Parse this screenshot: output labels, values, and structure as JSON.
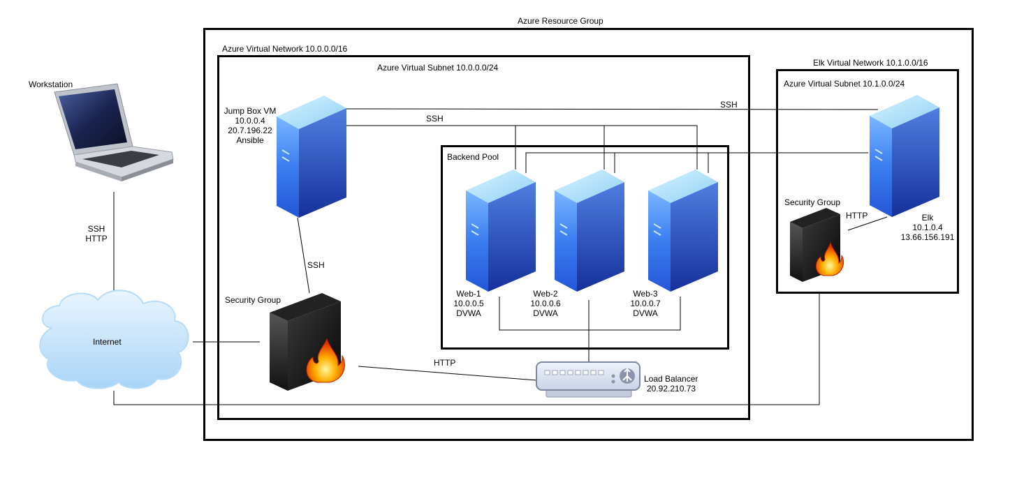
{
  "resource_group": {
    "label": "Azure Resource Group"
  },
  "vnet_main": {
    "label": "Azure Virtual Network 10.0.0.0/16"
  },
  "subnet_main": {
    "label": "Azure Virtual Subnet 10.0.0.0/24"
  },
  "vnet_elk": {
    "label": "Elk Virtual Network 10.1.0.0/16"
  },
  "subnet_elk": {
    "label": "Azure Virtual Subnet 10.1.0.0/24"
  },
  "backend_pool": {
    "label": "Backend Pool"
  },
  "workstation": {
    "label": "Workstation"
  },
  "internet": {
    "label": "Internet"
  },
  "jumpbox": {
    "lines": [
      "Jump Box VM",
      "10.0.0.4",
      "20.7.196.22",
      "Ansible"
    ]
  },
  "web1": {
    "lines": [
      "Web-1",
      "10.0.0.5",
      "DVWA"
    ]
  },
  "web2": {
    "lines": [
      "Web-2",
      "10.0.0.6",
      "DVWA"
    ]
  },
  "web3": {
    "lines": [
      "Web-3",
      "10.0.0.7",
      "DVWA"
    ]
  },
  "elk": {
    "lines": [
      "Elk",
      "10.1.0.4",
      "13.66.156.191"
    ]
  },
  "sg_main": {
    "label": "Security Group"
  },
  "sg_elk": {
    "label": "Security Group"
  },
  "load_balancer": {
    "lines": [
      "Load Balancer",
      "20.92.210.73"
    ]
  },
  "edges": {
    "workstation_internet": [
      "SSH",
      "HTTP"
    ],
    "jumpbox_elk": "SSH",
    "jumpbox_web": "SSH",
    "jumpbox_sg": "SSH",
    "sg_lb": "HTTP",
    "elk_sg": "HTTP"
  },
  "colors": {
    "server_front": "#3a7ef0",
    "server_side": "#1c3fa8",
    "frame": "#000000"
  },
  "icons": {
    "server": "server-icon",
    "firewall": "firewall-icon",
    "laptop": "laptop-icon",
    "cloud": "cloud-icon",
    "load_balancer": "load-balancer-icon"
  }
}
